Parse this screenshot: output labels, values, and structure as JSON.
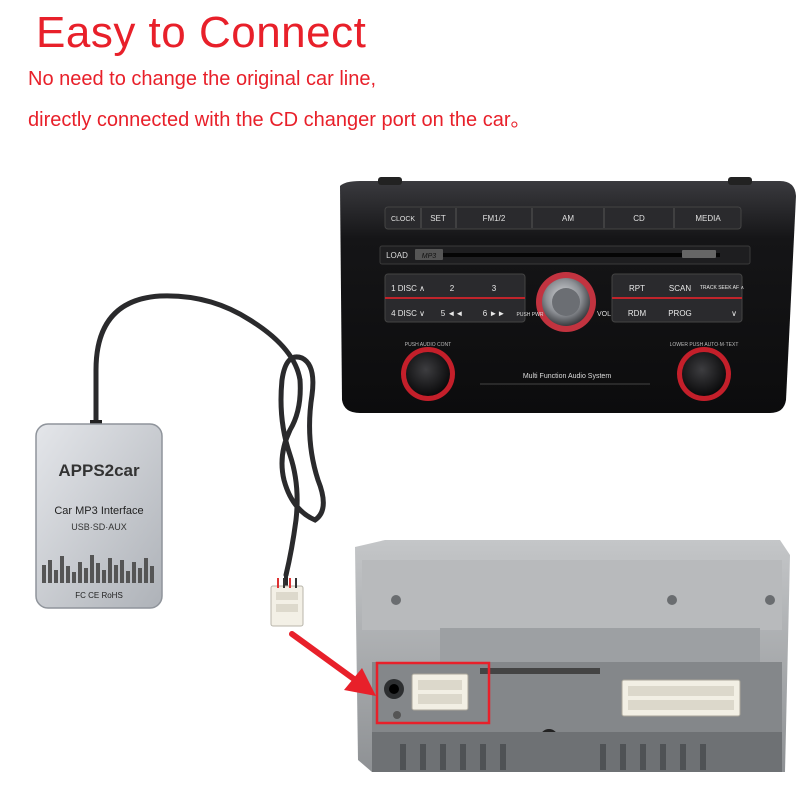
{
  "heading": {
    "title": "Easy to Connect",
    "line1": "No need to change the original car line,",
    "line2": "directly connected with the CD changer port on the car。"
  },
  "radio": {
    "top_buttons": [
      "CLOCK",
      "SET",
      "FM1/2",
      "AM",
      "CD",
      "MEDIA"
    ],
    "load": "LOAD",
    "mp3_badge": "MP3",
    "preset_left": [
      "1 DISC ∧",
      "2",
      "3"
    ],
    "preset_left_row2": [
      "4 DISC ∨",
      "5 ◄◄",
      "6 ►►"
    ],
    "push_pwr": "PUSH PWR",
    "vol": "VOL",
    "right_row1": [
      "RPT",
      "SCAN",
      "TRACK SEEK AF ∧"
    ],
    "right_row2": [
      "RDM",
      "PROG",
      "∨"
    ],
    "mfs": "Multi  Function  Audio  System",
    "left_knob_ring": "PUSH AUDIO CONT",
    "right_knob_ring": "LOWER PUSH AUTO·M·TEXT"
  },
  "device": {
    "brand": "APPS2car",
    "product": "Car MP3 Interface",
    "ports": "USB·SD·AUX",
    "certs": "FC CE RoHS"
  },
  "colors": {
    "accent_red": "#e8202a",
    "radio_body": "#1b1b1d",
    "device_silver": "#c9cdd3",
    "chassis_metal": "#a7aaad"
  }
}
